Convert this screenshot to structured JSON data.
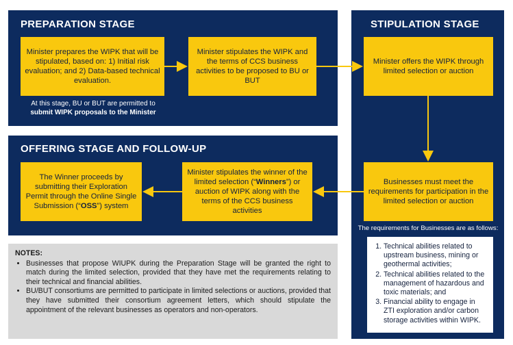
{
  "stages": {
    "preparation": "PREPARATION STAGE",
    "stipulation": "STIPULATION STAGE",
    "offering": "OFFERING STAGE AND FOLLOW-UP"
  },
  "boxes": {
    "prep1": "Minister prepares the WIPK that will be stipulated, based on: 1) Initial risk evaluation; and 2) Data-based technical evaluation.",
    "prep2": "Minister stipulates the WIPK and the terms of CCS business activities to be proposed to BU or BUT",
    "stip1": "Minister offers the WIPK through limited selection or auction",
    "stip2": "Businesses  must meet the requirements for participation in the limited selection or auction",
    "offer2": {
      "pre": "Minister stipulates the winner of the limited selection (“",
      "bold": "Winners",
      "post": "”) or auction of WIPK along with the terms of the CCS business activities"
    },
    "offer1": {
      "pre": "The Winner proceeds by submitting their Exploration Permit through the Online Single Submission (“",
      "bold": "OSS",
      "post": "”) system"
    }
  },
  "prep_note": {
    "line1": "At this stage, BU or BUT are permitted to",
    "line2": "submit WIPK proposals to the Minister"
  },
  "requirements": {
    "intro": "The requirements for Businesses are as follows:",
    "items": [
      "Technical abilities related to upstream business, mining or geothermal activities;",
      "Technical abilities related to the management of hazardous and toxic materials; and",
      "Financial ability to engage in ZTI exploration and/or carbon storage activities within WIPK."
    ]
  },
  "notes": {
    "title": "NOTES:",
    "items": [
      "Businesses that propose WIUPK during the Preparation Stage will be granted the right to match during the limited selection, provided that they have met the requirements relating to their technical and financial abilities.",
      "BU/BUT consortiums are permitted to participate in limited selections or auctions, provided that they have submitted their consortium agreement letters, which should stipulate the appointment of the relevant businesses as operators and non-operators."
    ]
  },
  "colors": {
    "panel": "#0d2b5e",
    "box": "#f9c80e",
    "notes_bg": "#d9d9d9"
  }
}
